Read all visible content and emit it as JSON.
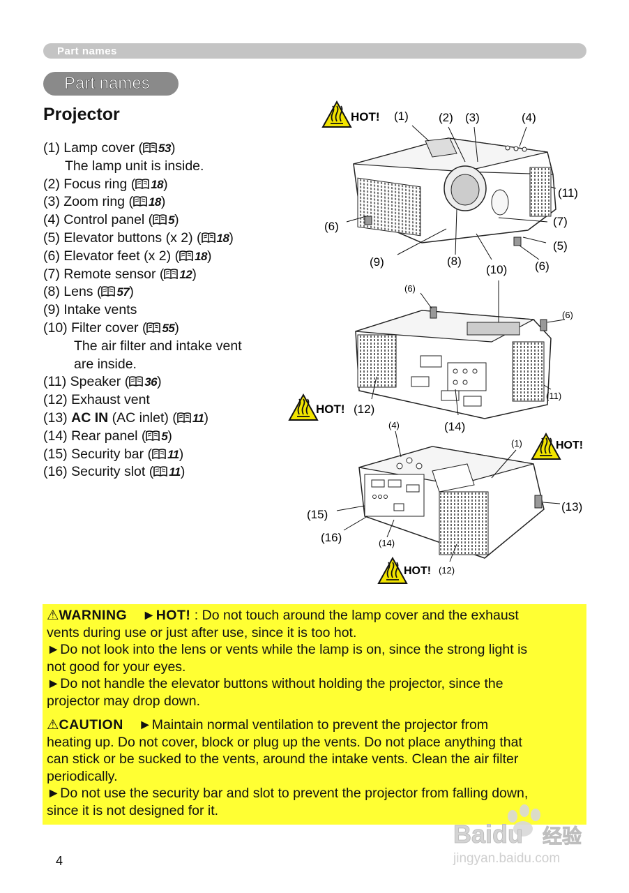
{
  "header": {
    "section": "Part names"
  },
  "section_title": "Part names",
  "heading": "Projector",
  "parts": [
    {
      "prefix": "(1) Lamp cover (",
      "ref": "53",
      "suffix": ")",
      "sub": "The lamp unit is inside."
    },
    {
      "prefix": "(2) Focus ring (",
      "ref": "18",
      "suffix": ")"
    },
    {
      "prefix": "(3) Zoom ring (",
      "ref": "18",
      "suffix": ")"
    },
    {
      "prefix": "(4) Control panel (",
      "ref": "5",
      "suffix": ")"
    },
    {
      "prefix": "(5) Elevator buttons (x 2) (",
      "ref": "18",
      "suffix": ")"
    },
    {
      "prefix": "(6) Elevator feet (x 2) (",
      "ref": "18",
      "suffix": ")"
    },
    {
      "prefix": "(7) Remote sensor (",
      "ref": "12",
      "suffix": ")"
    },
    {
      "prefix": "(8) Lens (",
      "ref": "57",
      "suffix": ")"
    },
    {
      "prefix": "(9) Intake vents"
    },
    {
      "prefix": "(10) Filter cover (",
      "ref": "55",
      "suffix": ")",
      "sub": "The air filter and intake vent",
      "sub2": "are inside."
    },
    {
      "prefix": "(11) Speaker (",
      "ref": "36",
      "suffix": ")"
    },
    {
      "prefix": "(12) Exhaust vent"
    },
    {
      "prefix": "(13) ",
      "bold": "AC IN",
      "after": " (AC inlet) (",
      "ref": "11",
      "suffix": ")"
    },
    {
      "prefix": "(14) Rear panel (",
      "ref": "5",
      "suffix": ")"
    },
    {
      "prefix": "(15) Security bar (",
      "ref": "11",
      "suffix": ")"
    },
    {
      "prefix": "(16) Security slot (",
      "ref": "11",
      "suffix": ")"
    }
  ],
  "figure": {
    "hot": "HOT!",
    "labels": {
      "l1": "(1)",
      "l2": "(2)",
      "l3": "(3)",
      "l4": "(4)",
      "l5": "(5)",
      "l6a": "(6)",
      "l6b": "(6)",
      "l7": "(7)",
      "l8": "(8)",
      "l9": "(9)",
      "l10": "(10)",
      "l11": "(11)",
      "r6a": "(6)",
      "r6b": "(6)",
      "r11": "(11)",
      "r12": "(12)",
      "r14": "(14)",
      "b1": "(1)",
      "b4": "(4)",
      "b12": "(12)",
      "b13": "(13)",
      "b14": "(14)",
      "b15": "(15)",
      "b16": "(16)"
    }
  },
  "warning": {
    "label": "WARNING",
    "hot_label": "►HOT!",
    "line1_rest": " : Do not touch around the lamp cover and the exhaust",
    "line1_cont": "vents during use or just after use, since it is too hot.",
    "p2": "►Do not look into the lens or vents while the lamp is on, since the strong light is",
    "p2_cont": "not good for your eyes.",
    "p3": "►Do not handle the elevator buttons without holding the projector, since the",
    "p3_cont": "projector may drop down."
  },
  "caution": {
    "label": "CAUTION",
    "p1": "►Maintain normal ventilation to prevent the projector from",
    "p1_l2": "heating up. Do not cover, block or plug up the vents. Do not place anything that",
    "p1_l3": "can stick or be sucked to the vents, around the intake vents. Clean the air filter",
    "p1_l4": "periodically.",
    "p2": "►Do not use the security bar and slot to prevent the projector from falling down,",
    "p2_cont": "since it is not designed for it."
  },
  "page_number": "4",
  "watermark": {
    "brand": "Baidu",
    "cn": "经验",
    "url": "jingyan.baidu.com"
  },
  "colors": {
    "notice_bg": "#ffff33",
    "header_bar": "#c4c4c4",
    "pill": "#8a8a8a",
    "warn_icon": "#f2e400"
  }
}
